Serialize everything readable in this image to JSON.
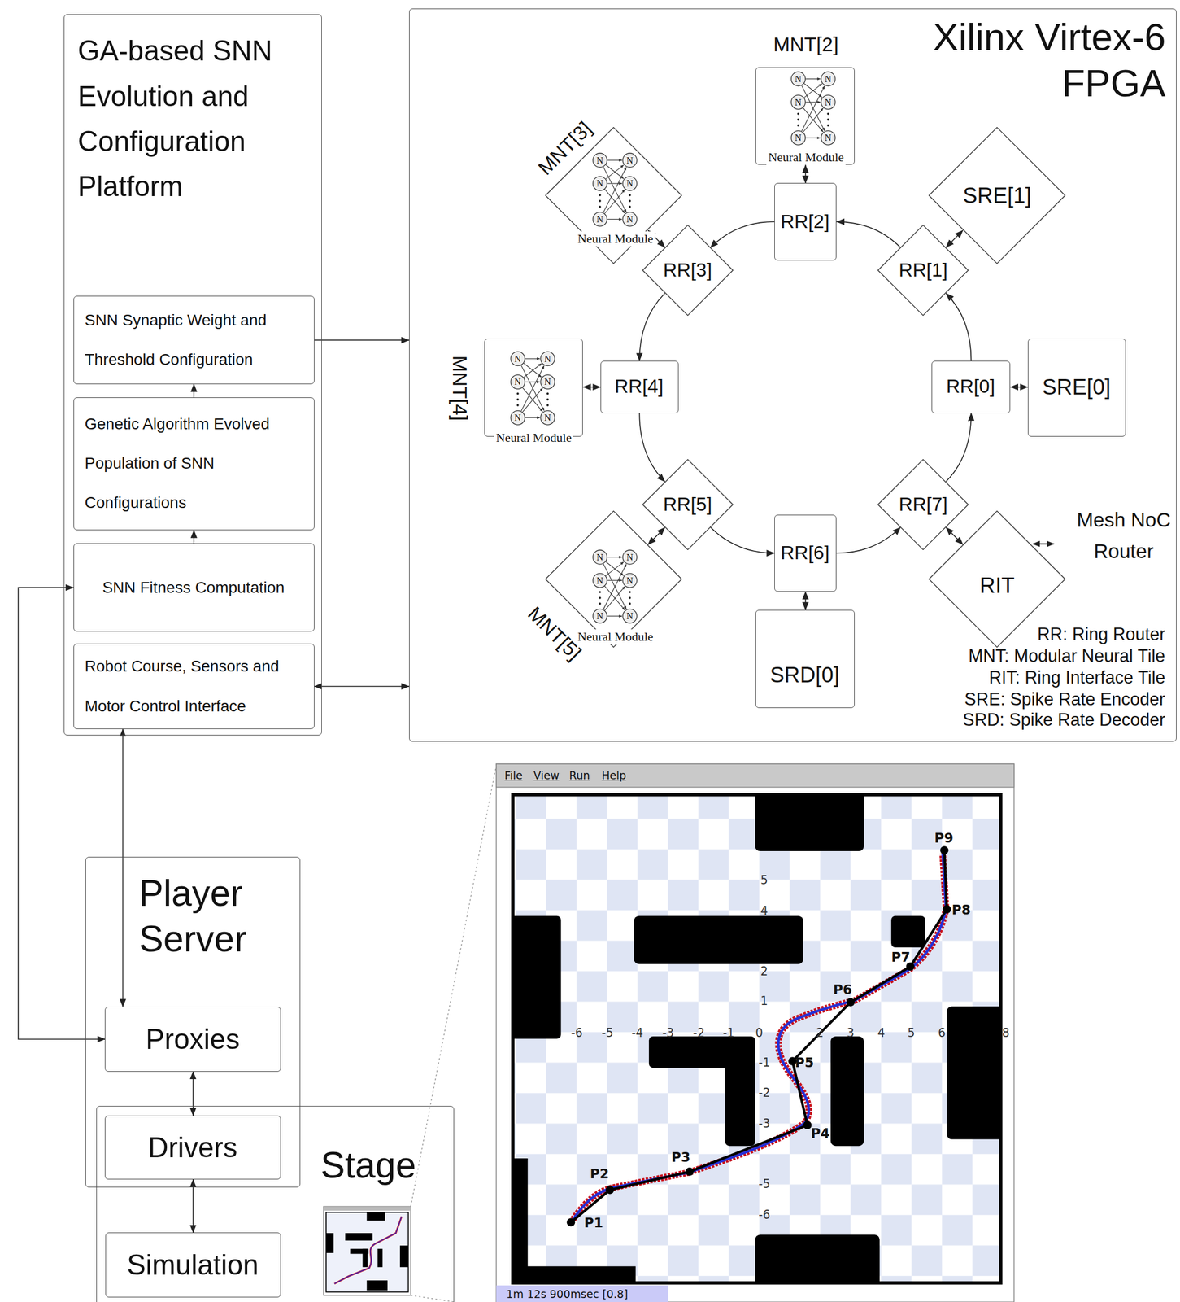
{
  "diagram": {
    "nodes": [
      {
        "text": [
          "GA-based SNN Evolution and Configuration Platform"
        ]
      },
      {
        "text": [
          "SNN Synaptic Weight and Threshold Configuration"
        ],
        "in": 0
      },
      {
        "text": [
          "Genetic Algorithm Evolved Population of SNN Configurations"
        ],
        "in": 0
      },
      {
        "text": [
          "SNN Fitness Computation"
        ],
        "in": 0
      },
      {
        "text": [
          "Robot Course, Sensors and Motor Control Interface"
        ],
        "in": 0
      },
      {
        "text": [
          "Xilinx Virtex-6 FPGA"
        ]
      },
      {
        "text": [
          "MNT[2]",
          "Neural Module"
        ],
        "in": 5
      },
      {
        "text": [
          "SRE[1]"
        ],
        "in": 5
      },
      {
        "text": [
          "MNT[3]",
          "Neural Module"
        ],
        "in": 5
      },
      {
        "text": [
          "RR[2]"
        ],
        "in": 5
      },
      {
        "text": [
          "RR[1]"
        ],
        "in": 5
      },
      {
        "text": [
          "RR[3]"
        ],
        "in": 5
      },
      {
        "text": [
          "RR[4]"
        ],
        "in": 5
      },
      {
        "text": [
          "MNT[4]",
          "Neural Module"
        ],
        "in": 5
      },
      {
        "text": [
          "RR[0]"
        ],
        "in": 5
      },
      {
        "text": [
          "SRE[0]"
        ],
        "in": 5
      },
      {
        "text": [
          "RR[5]"
        ],
        "in": 5
      },
      {
        "text": [
          "RR[7]"
        ],
        "in": 5
      },
      {
        "text": [
          "MNT[5]",
          "Neural Module"
        ],
        "in": 5
      },
      {
        "text": [
          "RR[6]"
        ],
        "in": 5
      },
      {
        "text": [
          "RIT"
        ],
        "in": 5
      },
      {
        "text": [
          "SRD[0]"
        ],
        "in": 5
      },
      {
        "text": [
          "Player Server"
        ]
      },
      {
        "text": [
          "Proxies"
        ],
        "in": 22
      },
      {
        "text": [
          "Drivers"
        ],
        "in": 22
      },
      {
        "text": [
          "Stage"
        ]
      },
      {
        "text": [
          "Simulation"
        ],
        "in": 25
      }
    ],
    "edges": [
      {
        "from": 3,
        "to": 2,
        "arrow": "to"
      },
      {
        "from": 2,
        "to": 1,
        "arrow": "to"
      },
      {
        "from": 1,
        "to": 5,
        "arrow": "to"
      },
      {
        "from": 4,
        "to": 5,
        "arrow": "both"
      },
      {
        "from": 4,
        "to": 23,
        "arrow": "both"
      },
      {
        "from": 23,
        "to": 3,
        "arrow": "both"
      },
      {
        "from": 23,
        "to": 24,
        "arrow": "both"
      },
      {
        "from": 24,
        "to": 26,
        "arrow": "both"
      },
      {
        "from": 14,
        "to": 10,
        "arrow": "to"
      },
      {
        "from": 10,
        "to": 9,
        "arrow": "to"
      },
      {
        "from": 9,
        "to": 11,
        "arrow": "to"
      },
      {
        "from": 11,
        "to": 12,
        "arrow": "to"
      },
      {
        "from": 12,
        "to": 16,
        "arrow": "to"
      },
      {
        "from": 16,
        "to": 19,
        "arrow": "to"
      },
      {
        "from": 19,
        "to": 17,
        "arrow": "to"
      },
      {
        "from": 17,
        "to": 14,
        "arrow": "to"
      },
      {
        "from": 14,
        "to": 15,
        "arrow": "both"
      },
      {
        "from": 10,
        "to": 7,
        "arrow": "both"
      },
      {
        "from": 9,
        "to": 6,
        "arrow": "both"
      },
      {
        "from": 11,
        "to": 8,
        "arrow": "both"
      },
      {
        "from": 12,
        "to": 13,
        "arrow": "both"
      },
      {
        "from": 16,
        "to": 18,
        "arrow": "both"
      },
      {
        "from": 19,
        "to": 21,
        "arrow": "both"
      },
      {
        "from": 17,
        "to": 20,
        "arrow": "both"
      }
    ],
    "labels": [
      "Mesh NoC Router",
      "RR: Ring Router",
      "MNT: Modular Neural Tile",
      "RIT: Ring Interface Tile",
      "SRE: Spike Rate Encoder",
      "SRD: Spike Rate Decoder",
      "N",
      "N",
      "N",
      "N",
      "N",
      "N",
      "N",
      "N",
      "N",
      "N",
      "N",
      "N",
      "N",
      "N",
      "N",
      "N",
      "N",
      "N",
      "N",
      "N",
      "N",
      "N",
      "N",
      "N",
      "File",
      "View",
      "Run",
      "Help",
      "1m 12s 900msec [0.8]",
      "P1",
      "P2",
      "P3",
      "P4",
      "P5",
      "P6",
      "P7",
      "P8",
      "P9",
      "-6",
      "-5",
      "-4",
      "-3",
      "-2",
      "-1",
      "0",
      "2",
      "3",
      "4",
      "5",
      "6",
      "8",
      "5",
      "4",
      "2",
      "1",
      "-1",
      "-2",
      "-3",
      "-5",
      "-6"
    ]
  }
}
